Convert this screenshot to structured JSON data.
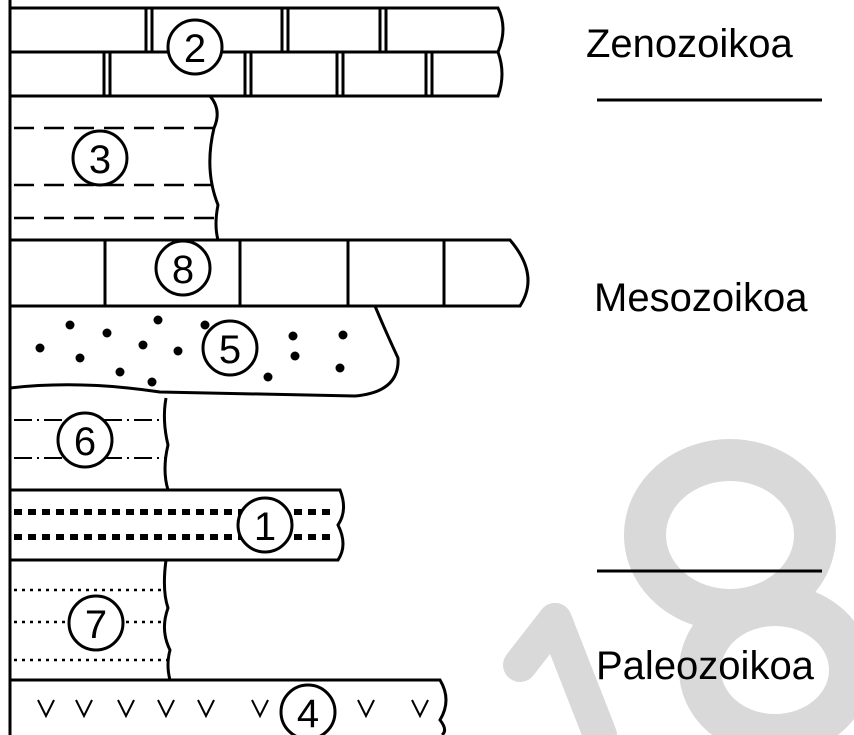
{
  "eras": {
    "cenozoic": "Zenozoikoa",
    "mesozoic": "Mesozoikoa",
    "paleozoic": "Paleozoikoa"
  },
  "layers": {
    "l2": "2",
    "l3": "3",
    "l8": "8",
    "l5": "5",
    "l6": "6",
    "l1": "1",
    "l7": "7",
    "l4": "4"
  },
  "colors": {
    "line": "#000000",
    "watermark": "#d9d9d9",
    "background": "#ffffff"
  },
  "watermark": {
    "icon": "watermark-logo"
  }
}
